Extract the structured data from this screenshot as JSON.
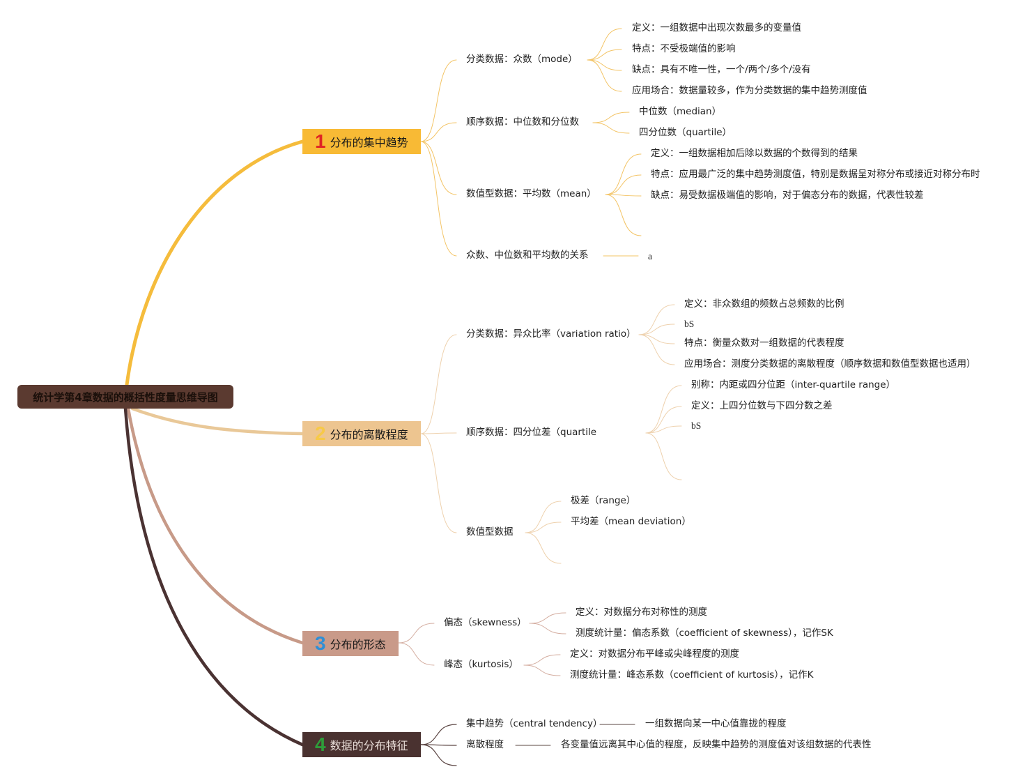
{
  "root": "统计学第4章数据的概括性度量思维导图",
  "branches": [
    {
      "num": "1",
      "label": "分布的集中趋势",
      "num_color": "#e02424",
      "bg": "#f8ba35",
      "edge": "#f5bc3c",
      "sub_edge": "#f3c466",
      "children": [
        {
          "label": "分类数据：众数（mode）",
          "children": [
            "定义：一组数据中出现次数最多的变量值",
            "特点：不受极端值的影响",
            "缺点：具有不唯一性，一个/两个/多个/没有",
            "应用场合：数据量较多，作为分类数据的集中趋势测度值"
          ]
        },
        {
          "label": "顺序数据：中位数和分位数",
          "children": [
            "中位数（median）",
            "四分位数（quartile）"
          ]
        },
        {
          "label": "数值型数据：平均数（mean）",
          "children": [
            "定义：一组数据相加后除以数据的个数得到的结果",
            "特点：应用最广泛的集中趋势测度值，特别是数据呈对称分布或接近对称分布时",
            "缺点：易受数据极端值的影响，对于偏态分布的数据，代表性较差"
          ]
        },
        {
          "label": "众数、中位数和平均数的关系",
          "children": [
            "a"
          ]
        }
      ]
    },
    {
      "num": "2",
      "label": "分布的离散程度",
      "num_color": "#f7c948",
      "bg": "#edc590",
      "edge": "#e9c898",
      "sub_edge": "#eed1ad",
      "children": [
        {
          "label": "分类数据：异众比率（variation ratio）",
          "children": [
            "定义：非众数组的频数占总频数的比例",
            "bS",
            "特点：衡量众数对一组数据的代表程度",
            "应用场合：测度分类数据的离散程度（顺序数据和数值型数据也适用）"
          ]
        },
        {
          "label": "顺序数据：四分位差（quartile",
          "children": [
            "别称：内距或四分位距（inter-quartile range）",
            "定义：上四分位数与下四分数之差",
            "bS"
          ]
        },
        {
          "label": "数值型数据",
          "children": [
            "极差（range）",
            "平均差（mean deviation）"
          ]
        }
      ]
    },
    {
      "num": "3",
      "label": "分布的形态",
      "num_color": "#2f8fd6",
      "bg": "#c99a89",
      "edge": "#c79a88",
      "sub_edge": "#d4ada0",
      "children": [
        {
          "label": "偏态（skewness）",
          "children": [
            "定义：对数据分布对称性的测度",
            "测度统计量：偏态系数（coefficient of skewness），记作SK"
          ]
        },
        {
          "label": "峰态（kurtosis）",
          "children": [
            "定义：对数据分布平峰或尖峰程度的测度",
            "测度统计量：峰态系数（coefficient of kurtosis），记作K"
          ]
        }
      ]
    },
    {
      "num": "4",
      "label": "数据的分布特征",
      "num_color": "#2e9c3a",
      "bg": "#4a3230",
      "edge": "#4a3232",
      "sub_edge": "#5a4442",
      "children": [
        {
          "label": "集中趋势（central tendency）",
          "children": [
            "一组数据向某一中心值靠拢的程度"
          ]
        },
        {
          "label": "离散程度",
          "children": [
            "各变量值远离其中心值的程度，反映集中趋势的测度值对该组数据的代表性"
          ]
        }
      ]
    }
  ]
}
